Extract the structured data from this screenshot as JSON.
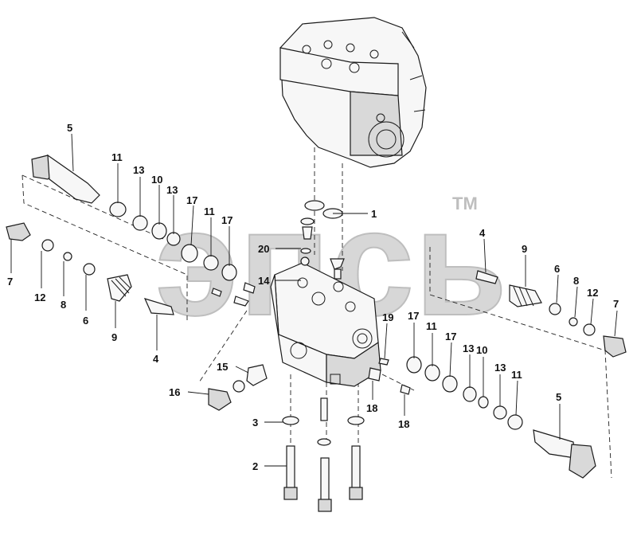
{
  "watermark": {
    "text": "эпсь",
    "tm": "TM",
    "color": "#b7b7b7"
  },
  "callouts": [
    "1",
    "2",
    "3",
    "4",
    "4",
    "5",
    "5",
    "6",
    "6",
    "7",
    "7",
    "8",
    "8",
    "9",
    "9",
    "10",
    "10",
    "11",
    "11",
    "11",
    "11",
    "12",
    "12",
    "13",
    "13",
    "13",
    "13",
    "14",
    "15",
    "16",
    "17",
    "17",
    "17",
    "17",
    "18",
    "18",
    "19",
    "20"
  ]
}
